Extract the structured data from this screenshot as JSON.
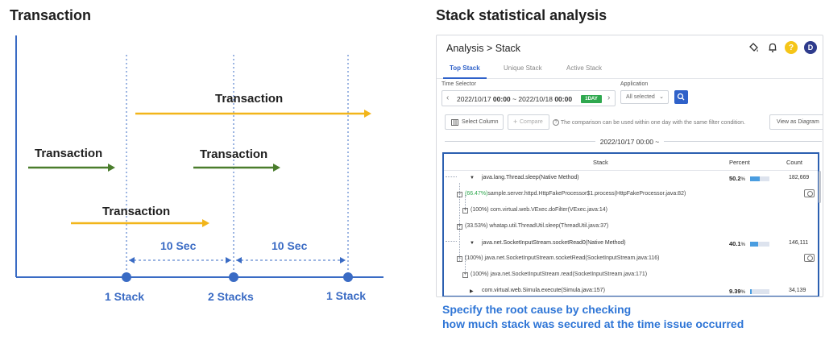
{
  "left": {
    "title": "Transaction",
    "transactions": [
      {
        "label": "Transaction",
        "color": "#f2b51a"
      },
      {
        "label": "Transaction",
        "color": "#4a7d2c"
      },
      {
        "label": "Transaction",
        "color": "#4a7d2c"
      },
      {
        "label": "Transaction",
        "color": "#f2b51a"
      }
    ],
    "intervals": [
      "10 Sec",
      "10 Sec"
    ],
    "points": [
      "1 Stack",
      "2 Stacks",
      "1 Stack"
    ],
    "accent": "#3a6bc4"
  },
  "right": {
    "title": "Stack statistical analysis",
    "breadcrumb": "Analysis > Stack",
    "header_icons": [
      "paint-bucket-icon",
      "bell-icon",
      "help-icon",
      "avatar"
    ],
    "help_glyph": "?",
    "avatar_initial": "D",
    "tabs": [
      "Top Stack",
      "Unique Stack",
      "Active Stack"
    ],
    "time_selector": {
      "label": "Time Selector",
      "start_date": "2022/10/17",
      "start_time": "00:00",
      "separator": "~",
      "end_date": "2022/10/18",
      "end_time": "00:00",
      "badge": "1DAY"
    },
    "application": {
      "label": "Application",
      "value": "All selected"
    },
    "buttons": {
      "select_column": "Select Column",
      "compare": "Compare",
      "view_diagram": "View as Diagram"
    },
    "filter_note": "The comparison can be used within one day with the same filter condition.",
    "date_header": "2022/10/17 00:00 ~",
    "table": {
      "columns": [
        "Stack",
        "Percent",
        "Count"
      ],
      "rows": [
        {
          "kind": "root",
          "text": "java.lang.Thread.sleep(Native Method)",
          "percent": "50.2",
          "fill": 0.5,
          "count": "182,669"
        },
        {
          "kind": "child",
          "pct_prefix": "(66.47%)",
          "text": "sample.server.httpd.HttpFakeProcessor$1.process(HttpFakeProcessor.java:82)"
        },
        {
          "kind": "leaf",
          "text": "(100%) com.virtual.web.VExec.doFilter(VExec.java:14)"
        },
        {
          "kind": "child",
          "text": "(33.53%) whatap.util.ThreadUtil.sleep(ThreadUtil.java:37)"
        },
        {
          "kind": "root",
          "text": "java.net.SocketInputStream.socketRead0(Native Method)",
          "percent": "40.1",
          "fill": 0.4,
          "count": "146,111"
        },
        {
          "kind": "child",
          "text": "(100%) java.net.SocketInputStream.socketRead(SocketInputStream.java:116)"
        },
        {
          "kind": "leaf",
          "text": "(100%) java.net.SocketInputStream.read(SocketInputStream.java:171)"
        },
        {
          "kind": "root-collapsed",
          "text": "com.virtual.web.Simula.execute(Simula.java:157)",
          "percent": "9.39",
          "fill": 0.09,
          "count": "34,139"
        }
      ],
      "pct_unit": "%"
    },
    "caption_lines": [
      "Specify the root cause by checking",
      "how much stack was secured at the time issue occurred"
    ],
    "primary_color": "#2f61c9",
    "highlight_border": "#2b5fb0",
    "caption_color": "#2e75d6"
  }
}
